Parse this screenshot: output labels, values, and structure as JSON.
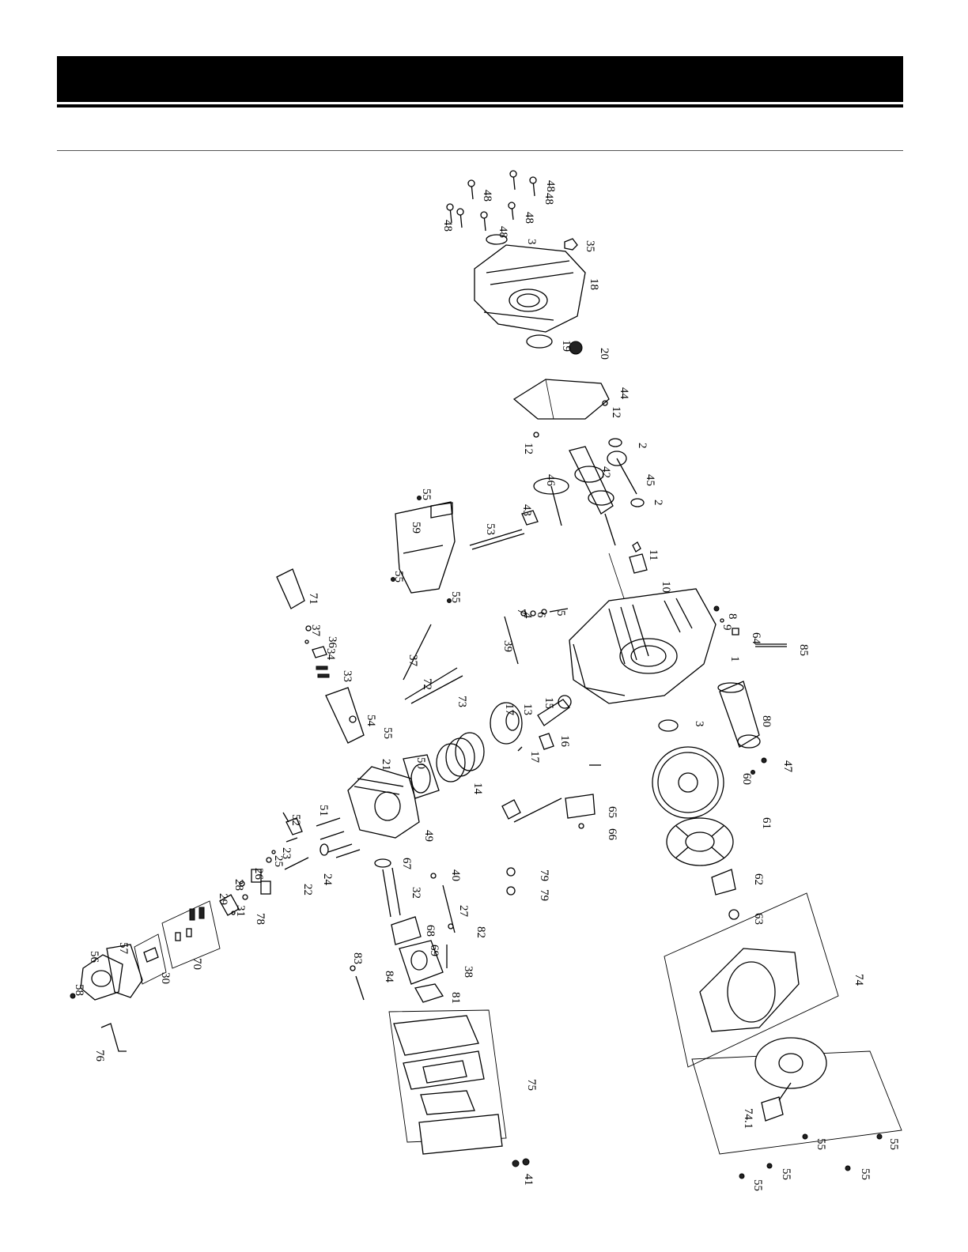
{
  "header": {
    "title": ""
  },
  "callouts": [
    "1",
    "2",
    "3",
    "4",
    "5",
    "6",
    "7",
    "8",
    "9",
    "10",
    "11",
    "12",
    "13",
    "14",
    "15",
    "16",
    "17",
    "18",
    "19",
    "20",
    "21",
    "22",
    "23",
    "24",
    "25",
    "26",
    "27",
    "28",
    "29",
    "30",
    "31",
    "32",
    "33",
    "34",
    "35",
    "36",
    "37",
    "38",
    "39",
    "40",
    "41",
    "42",
    "43",
    "44",
    "45",
    "46",
    "47",
    "48",
    "49",
    "50",
    "51",
    "52",
    "53",
    "54",
    "55",
    "56",
    "57",
    "58",
    "59",
    "60",
    "61",
    "62",
    "63",
    "64",
    "65",
    "66",
    "67",
    "68",
    "69",
    "70",
    "71",
    "72",
    "73",
    "74",
    "74.1",
    "75",
    "76",
    "78",
    "79",
    "80",
    "81",
    "82",
    "83",
    "84",
    "85"
  ]
}
